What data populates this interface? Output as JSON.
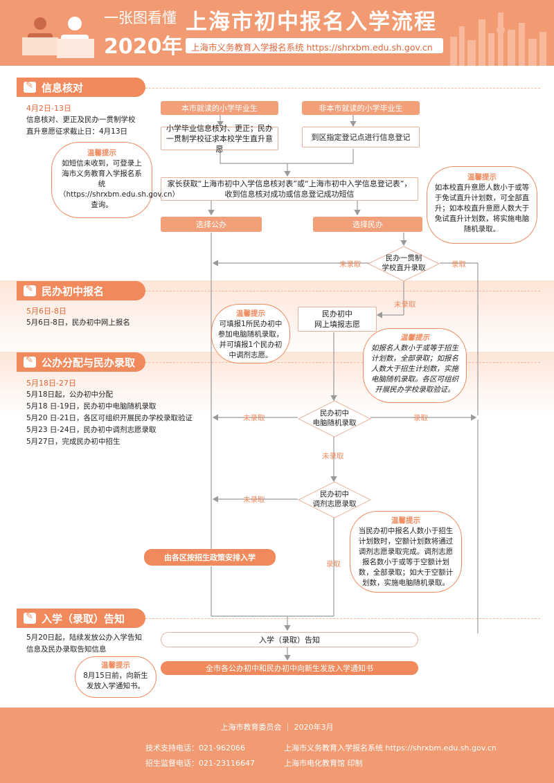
{
  "header": {
    "line1": "一张图看懂",
    "line2": "2020年",
    "title": "上海市初中报名入学流程",
    "subtitle": "上海市义务教育入学报名系统 https://shrxbm.edu.sh.gov.cn"
  },
  "sections": {
    "s1": {
      "title": "信息核对",
      "date": "4月2日-13日",
      "lines": [
        "信息核对、更正及民办一贯制学校",
        "直升意愿征求截止日：4月13日"
      ]
    },
    "s2": {
      "title": "民办初中报名",
      "date": "5月6日-8日",
      "lines": [
        "5月6日-8日，民办初中网上报名"
      ]
    },
    "s3": {
      "title": "公办分配与民办录取",
      "date": "5月18日-27日",
      "lines": [
        "5月18日起，公办初中分配",
        "5月18 日-19日，民办初中电脑随机录取",
        "5月20 日-21日，各区可组织开展民办学校录取验证",
        "5月23 日-24日，民办初中调剂志愿录取",
        "5月27日，完成民办初中招生"
      ]
    },
    "s4": {
      "title": "入学（录取）告知",
      "lines": [
        "5月20日起，陆续发放公办入学告知",
        "信息及民办录取告知信息"
      ]
    }
  },
  "flow": {
    "local": "本市就读的小学毕业生",
    "nonlocal": "非本市就读的小学毕业生",
    "verify": "小学毕业信息核对、更正；民办一贯制学校征求本校学生直升意愿",
    "register": "到区指定登记点进行信息登记",
    "notice_line1": "家长获取“上海市初中入学信息核对表”或“上海市初中入学信息登记表”，",
    "notice_line2": "收到信息核对成功或信息登记成功短信",
    "choose_public": "选择公办",
    "choose_private": "选择民办",
    "d1_line1": "民办一贯制",
    "d1_line2": "学校直升录取",
    "apply_line1": "民办初中",
    "apply_line2": "网上填报志愿",
    "d2_line1": "民办初中",
    "d2_line2": "电脑随机录取",
    "d3_line1": "民办初中",
    "d3_line2": "调剂志愿录取",
    "district": "由各区按招生政策安排入学",
    "enroll_notice": "入学（录取）告知",
    "final": "全市各公办初中和民办初中向新生发放入学通知书",
    "not_admitted": "未录取",
    "admitted": "录取"
  },
  "tips": {
    "title": "温馨提示",
    "t1": "如短信未收到，可登录上海市义务教育入学报名系统（https://shrxbm.edu.sh.gov.cn）查询。",
    "t2": "如本校直升意愿人数小于或等于免试直升计划数，可全部直升；如本校直升意愿人数大于免试直升计划数，将实施电脑随机录取。",
    "t3": "可填报1所民办初中参加电脑随机录取，并可填报1个民办初中调剂志愿。",
    "t4": "如报名人数小于或等于招生计划数，全部录取；如报名人数大于招生计划数，实施电脑随机录取。各区可组织开展民办学校录取验证。",
    "t5": "当民办初中报名人数小于招生计划数时，空额计划数将通过调剂志愿录取完成。调剂志愿报名数小于或等于空额计划数，全部录取；如大于空额计划数，实施电脑随机录取。",
    "t6": "8月15日前，向新生发放入学通知书。"
  },
  "footer": {
    "org": "上海市教育委员会 ｜ 2020年3月",
    "tech": "技术支持电话：021-962066",
    "system": "上海市义务教育入学报名系统 https://shrxbm.edu.sh.gov.cn",
    "supervise": "招生监督电话：021-23116647",
    "print": "上海市电化教育馆 印制"
  }
}
